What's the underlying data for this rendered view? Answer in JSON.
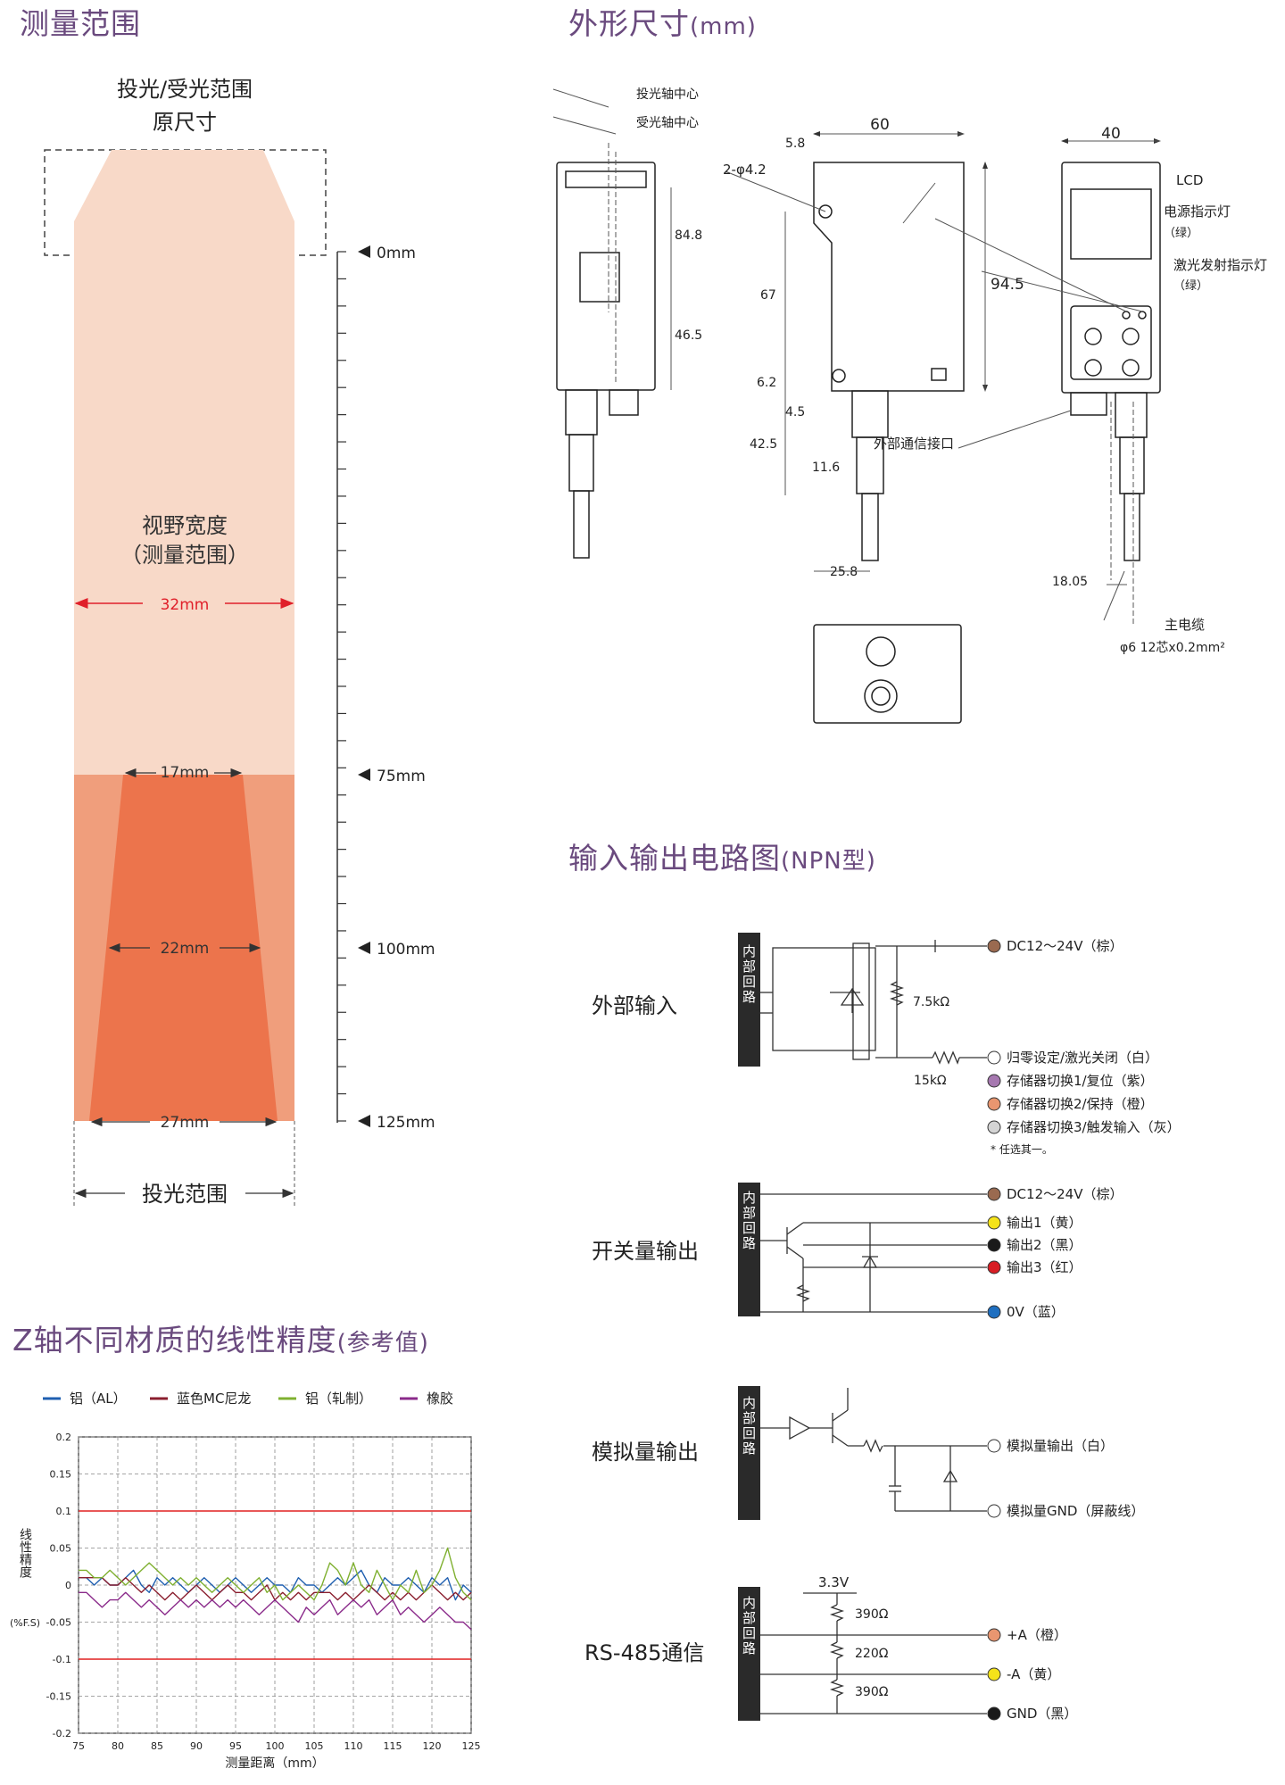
{
  "sections": {
    "range": {
      "title": "测量范围"
    },
    "dims": {
      "title": "外形尺寸",
      "unit": "(mm)"
    },
    "circuit": {
      "title": "输入输出电路图",
      "suffix": "(NPN型)"
    },
    "linearity": {
      "title": "Z轴不同材质的线性精度",
      "suffix": "(参考值)"
    }
  },
  "range_diagram": {
    "header_line1": "投光/受光范围",
    "header_line2": "原尺寸",
    "fov_line1": "视野宽度",
    "fov_line2": "（测量范围）",
    "fov_width": "32mm",
    "widths": [
      "17mm",
      "22mm",
      "27mm"
    ],
    "distances": [
      "0mm",
      "75mm",
      "100mm",
      "125mm"
    ],
    "projection_label": "投光范围",
    "colors": {
      "light": "#f8d9c8",
      "mid": "#f09e7c",
      "dark": "#ec744c",
      "red": "#e0202a"
    }
  },
  "dimensions": {
    "labels": {
      "proj_axis": "投光轴中心",
      "recv_axis": "受光轴中心",
      "lcd": "LCD",
      "power_led": "电源指示灯",
      "power_led_color": "（绿）",
      "laser_led": "激光发射指示灯",
      "laser_led_color": "（绿）",
      "ext_port": "外部通信接口",
      "main_cable": "主电缆",
      "cable_spec": "φ6 12芯x0.2mm²"
    },
    "values": [
      "60",
      "40",
      "5.8",
      "2-φ4.2",
      "84.8",
      "46.5",
      "67",
      "94.5",
      "6.2",
      "4.5",
      "42.5",
      "11.6",
      "25.8",
      "18.05"
    ]
  },
  "circuits": {
    "internal_label": "内部回路",
    "input": {
      "name": "外部输入",
      "supply": "DC12～24V（棕）",
      "r1": "7.5kΩ",
      "r2": "15kΩ",
      "wires": [
        {
          "label": "归零设定/激光关闭（白）",
          "color": "#ffffff"
        },
        {
          "label": "存储器切换1/复位（紫）",
          "color": "#a678b0"
        },
        {
          "label": "存储器切换2/保持（橙）",
          "color": "#e99670"
        },
        {
          "label": "存储器切换3/触发输入（灰）",
          "color": "#d4d4d4"
        }
      ],
      "note": "* 任选其一。"
    },
    "switch": {
      "name": "开关量输出",
      "supply": "DC12～24V（棕）",
      "outputs": [
        {
          "label": "输出1（黄）",
          "color": "#f5e31a"
        },
        {
          "label": "输出2（黑）",
          "color": "#1a1a1a"
        },
        {
          "label": "输出3（红）",
          "color": "#d81e24"
        }
      ],
      "ground": {
        "label": "0V（蓝）",
        "color": "#1f6fc0"
      }
    },
    "analog": {
      "name": "模拟量输出",
      "out": "模拟量输出（白）",
      "gnd": "模拟量GND（屏蔽线）"
    },
    "rs485": {
      "name": "RS-485通信",
      "vcc": "3.3V",
      "resistors": [
        "390Ω",
        "220Ω",
        "390Ω"
      ],
      "lines": [
        {
          "label": "+A（橙）",
          "color": "#e99670"
        },
        {
          "label": "-A（黄）",
          "color": "#f5e31a"
        },
        {
          "label": "GND（黑）",
          "color": "#1a1a1a"
        }
      ]
    }
  },
  "chart_data": {
    "type": "line",
    "title": "",
    "xlabel": "测量距离（mm）",
    "ylabel": "线性精度",
    "yunit": "(%F.S)",
    "xlim": [
      75,
      125
    ],
    "ylim": [
      -0.2,
      0.2
    ],
    "xticks": [
      75,
      80,
      85,
      90,
      95,
      100,
      105,
      110,
      115,
      120,
      125
    ],
    "yticks": [
      0.2,
      0.15,
      0.1,
      0.05,
      0,
      -0.05,
      -0.1,
      -0.15,
      -0.2
    ],
    "ytick_labels": [
      "0.2",
      "0.15",
      "0.1",
      "0.05",
      "0",
      "-0.05",
      "-0.1",
      "-0.15",
      "-0.2"
    ],
    "limit_lines": [
      0.1,
      -0.1
    ],
    "limit_color": "#e02020",
    "grid": true,
    "legend_position": "top",
    "x": [
      75,
      76,
      77,
      78,
      79,
      80,
      81,
      82,
      83,
      84,
      85,
      86,
      87,
      88,
      89,
      90,
      91,
      92,
      93,
      94,
      95,
      96,
      97,
      98,
      99,
      100,
      101,
      102,
      103,
      104,
      105,
      106,
      107,
      108,
      109,
      110,
      111,
      112,
      113,
      114,
      115,
      116,
      117,
      118,
      119,
      120,
      121,
      122,
      123,
      124,
      125
    ],
    "series": [
      {
        "name": "铝（AL）",
        "color": "#1f5fb0",
        "values": [
          0.01,
          0.01,
          0.0,
          0.01,
          0.0,
          0.0,
          0.01,
          0.02,
          0.0,
          -0.01,
          0.01,
          0.0,
          0.01,
          0.0,
          -0.01,
          0.0,
          0.01,
          0.0,
          -0.01,
          0.0,
          0.01,
          0.0,
          -0.01,
          0.0,
          0.01,
          0.0,
          0.0,
          -0.01,
          0.01,
          0.0,
          0.0,
          -0.01,
          0.0,
          0.01,
          0.0,
          0.01,
          0.02,
          0.0,
          -0.01,
          0.01,
          0.0,
          0.0,
          0.01,
          0.0,
          -0.01,
          0.01,
          0.0,
          0.01,
          -0.02,
          0.0,
          -0.01
        ]
      },
      {
        "name": "蓝色MC尼龙",
        "color": "#8a1e2e",
        "values": [
          0.01,
          0.01,
          0.01,
          0.01,
          0.0,
          0.0,
          0.01,
          0.0,
          -0.01,
          0.0,
          -0.01,
          -0.02,
          -0.01,
          -0.02,
          -0.01,
          0.0,
          -0.01,
          -0.02,
          -0.01,
          0.0,
          -0.01,
          -0.01,
          -0.02,
          -0.01,
          0.0,
          -0.02,
          -0.01,
          -0.02,
          -0.01,
          -0.02,
          -0.01,
          -0.01,
          -0.01,
          -0.02,
          -0.01,
          -0.02,
          -0.01,
          0.0,
          -0.01,
          -0.02,
          -0.01,
          -0.02,
          -0.01,
          -0.02,
          -0.01,
          0.0,
          -0.01,
          -0.02,
          -0.01,
          -0.02,
          -0.01
        ]
      },
      {
        "name": "铝（轧制）",
        "color": "#7fb030",
        "values": [
          0.02,
          0.02,
          0.01,
          0.01,
          0.02,
          0.01,
          0.0,
          0.01,
          0.02,
          0.03,
          0.02,
          0.01,
          0.0,
          0.01,
          0.0,
          0.01,
          0.0,
          -0.01,
          0.0,
          0.01,
          0.0,
          -0.01,
          0.0,
          0.01,
          -0.01,
          0.0,
          -0.02,
          -0.01,
          0.0,
          -0.01,
          -0.02,
          0.0,
          0.03,
          0.02,
          0.0,
          0.03,
          0.0,
          -0.01,
          0.02,
          0.0,
          -0.02,
          0.0,
          -0.01,
          0.02,
          -0.01,
          0.0,
          0.02,
          0.05,
          0.01,
          -0.01,
          -0.02
        ]
      },
      {
        "name": "橡胶",
        "color": "#8a2a8a",
        "values": [
          -0.01,
          -0.01,
          -0.02,
          -0.03,
          -0.02,
          -0.02,
          -0.01,
          -0.02,
          -0.03,
          -0.02,
          -0.03,
          -0.04,
          -0.03,
          -0.02,
          -0.03,
          -0.02,
          -0.03,
          -0.02,
          -0.03,
          -0.02,
          -0.03,
          -0.02,
          -0.03,
          -0.04,
          -0.03,
          -0.02,
          -0.03,
          -0.04,
          -0.05,
          -0.03,
          -0.04,
          -0.03,
          -0.02,
          -0.04,
          -0.03,
          -0.02,
          -0.03,
          -0.02,
          -0.04,
          -0.03,
          -0.02,
          -0.04,
          -0.03,
          -0.04,
          -0.05,
          -0.04,
          -0.03,
          -0.04,
          -0.05,
          -0.05,
          -0.06
        ]
      }
    ]
  }
}
